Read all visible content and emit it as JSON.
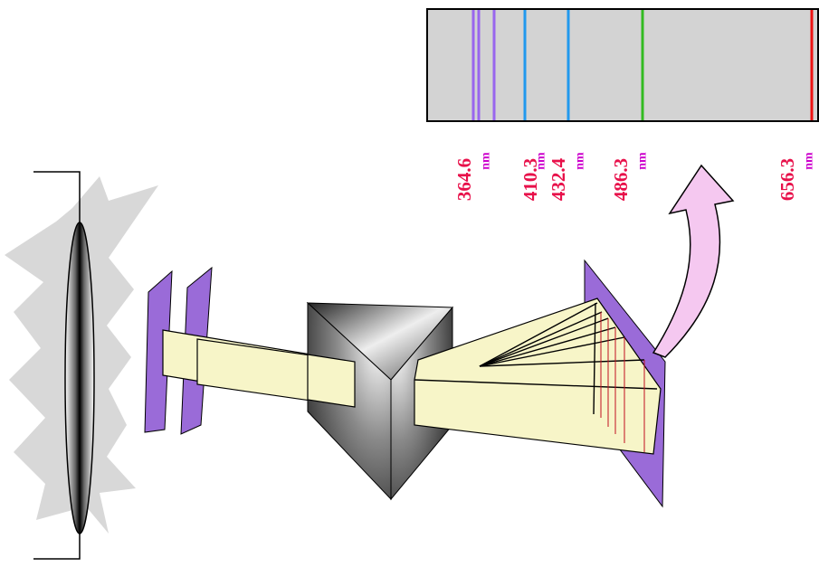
{
  "spectrum": {
    "lines": [
      {
        "value": "364.6",
        "unit": "nm",
        "value_color": "#e8104a",
        "unit_color": "#cc00cc",
        "line_color": "#9966ee"
      },
      {
        "value": "410.3",
        "unit": "nm",
        "value_color": "#e8104a",
        "unit_color": "#cc00cc",
        "line_color": "#2299ee"
      },
      {
        "value": "432.4",
        "unit": "nm",
        "value_color": "#e8104a",
        "unit_color": "#cc00cc",
        "line_color": "#2299ee"
      },
      {
        "value": "486.3",
        "unit": "nm",
        "value_color": "#e8104a",
        "unit_color": "#cc00cc",
        "line_color": "#33bb22"
      },
      {
        "value": "656.3",
        "unit": "nm",
        "value_color": "#e8104a",
        "unit_color": "#cc00cc",
        "line_color": "#ee1111"
      }
    ],
    "background_color": "#d3d3d3"
  },
  "colors": {
    "slit": "#9a6bd8",
    "beam": "#f7f5c8",
    "arrow": "#f5c8f0",
    "glow": "#d8d8d8"
  }
}
